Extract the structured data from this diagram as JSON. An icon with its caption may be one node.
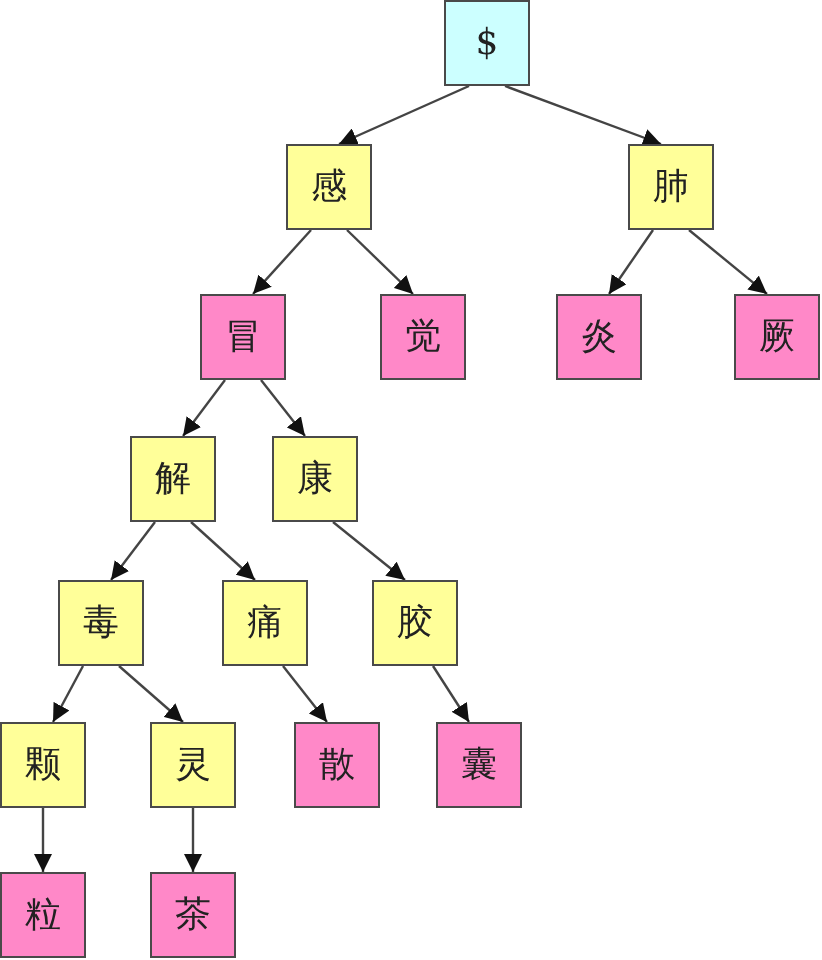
{
  "diagram": {
    "nodes": [
      {
        "text": [
          "$"
        ]
      },
      {
        "text": [
          "感"
        ]
      },
      {
        "text": [
          "肺"
        ]
      },
      {
        "text": [
          "冒"
        ]
      },
      {
        "text": [
          "觉"
        ]
      },
      {
        "text": [
          "炎"
        ]
      },
      {
        "text": [
          "厥"
        ]
      },
      {
        "text": [
          "解"
        ]
      },
      {
        "text": [
          "康"
        ]
      },
      {
        "text": [
          "毒"
        ]
      },
      {
        "text": [
          "痛"
        ]
      },
      {
        "text": [
          "胶"
        ]
      },
      {
        "text": [
          "颗"
        ]
      },
      {
        "text": [
          "灵"
        ]
      },
      {
        "text": [
          "散"
        ]
      },
      {
        "text": [
          "囊"
        ]
      },
      {
        "text": [
          "粒"
        ]
      },
      {
        "text": [
          "茶"
        ]
      }
    ],
    "edges": [
      {
        "from": 0,
        "to": 1,
        "arrow": "to"
      },
      {
        "from": 0,
        "to": 2,
        "arrow": "to"
      },
      {
        "from": 1,
        "to": 3,
        "arrow": "to"
      },
      {
        "from": 1,
        "to": 4,
        "arrow": "to"
      },
      {
        "from": 2,
        "to": 5,
        "arrow": "to"
      },
      {
        "from": 2,
        "to": 6,
        "arrow": "to"
      },
      {
        "from": 3,
        "to": 7,
        "arrow": "to"
      },
      {
        "from": 3,
        "to": 8,
        "arrow": "to"
      },
      {
        "from": 7,
        "to": 9,
        "arrow": "to"
      },
      {
        "from": 7,
        "to": 10,
        "arrow": "to"
      },
      {
        "from": 8,
        "to": 11,
        "arrow": "to"
      },
      {
        "from": 9,
        "to": 12,
        "arrow": "to"
      },
      {
        "from": 9,
        "to": 13,
        "arrow": "to"
      },
      {
        "from": 10,
        "to": 14,
        "arrow": "to"
      },
      {
        "from": 11,
        "to": 15,
        "arrow": "to"
      },
      {
        "from": 12,
        "to": 16,
        "arrow": "to"
      },
      {
        "from": 13,
        "to": 17,
        "arrow": "to"
      }
    ]
  }
}
